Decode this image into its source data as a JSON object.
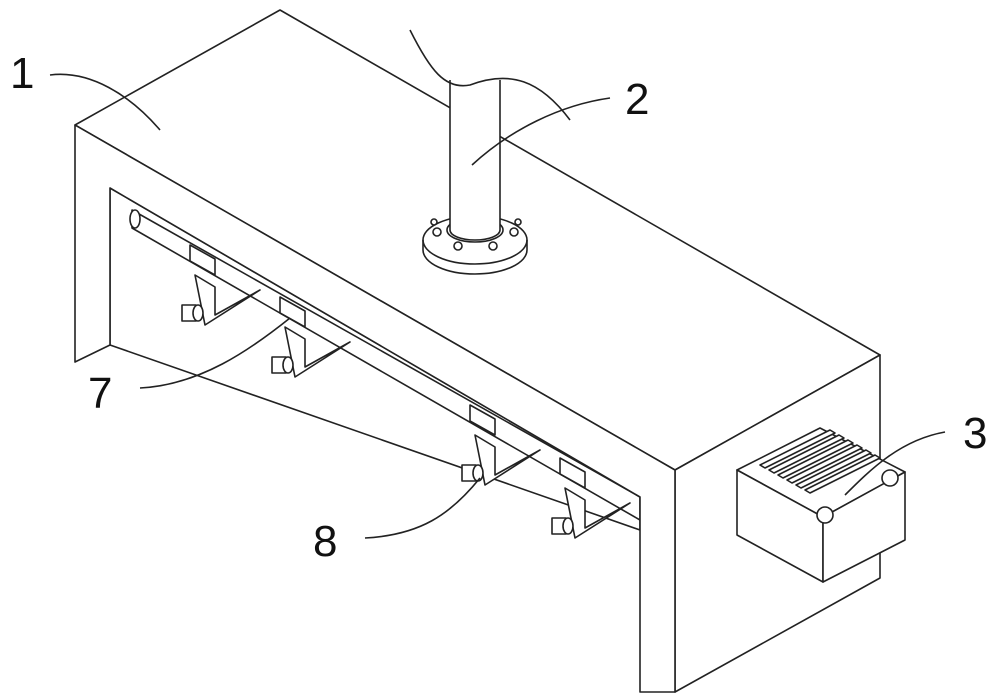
{
  "labels": {
    "part1": "1",
    "part2": "2",
    "part3": "3",
    "part7": "7",
    "part8": "8"
  }
}
